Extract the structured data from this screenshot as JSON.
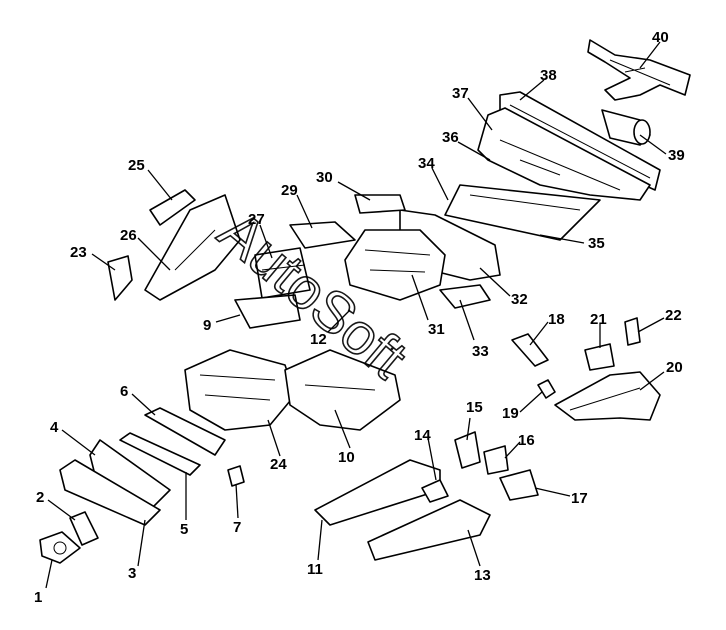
{
  "watermark": "AutoSoft",
  "callouts": [
    "1",
    "2",
    "3",
    "4",
    "5",
    "6",
    "7",
    "9",
    "10",
    "11",
    "12",
    "13",
    "14",
    "15",
    "16",
    "17",
    "18",
    "19",
    "20",
    "21",
    "22",
    "23",
    "24",
    "25",
    "26",
    "27",
    "29",
    "30",
    "31",
    "32",
    "33",
    "34",
    "35",
    "36",
    "37",
    "38",
    "39",
    "40"
  ]
}
